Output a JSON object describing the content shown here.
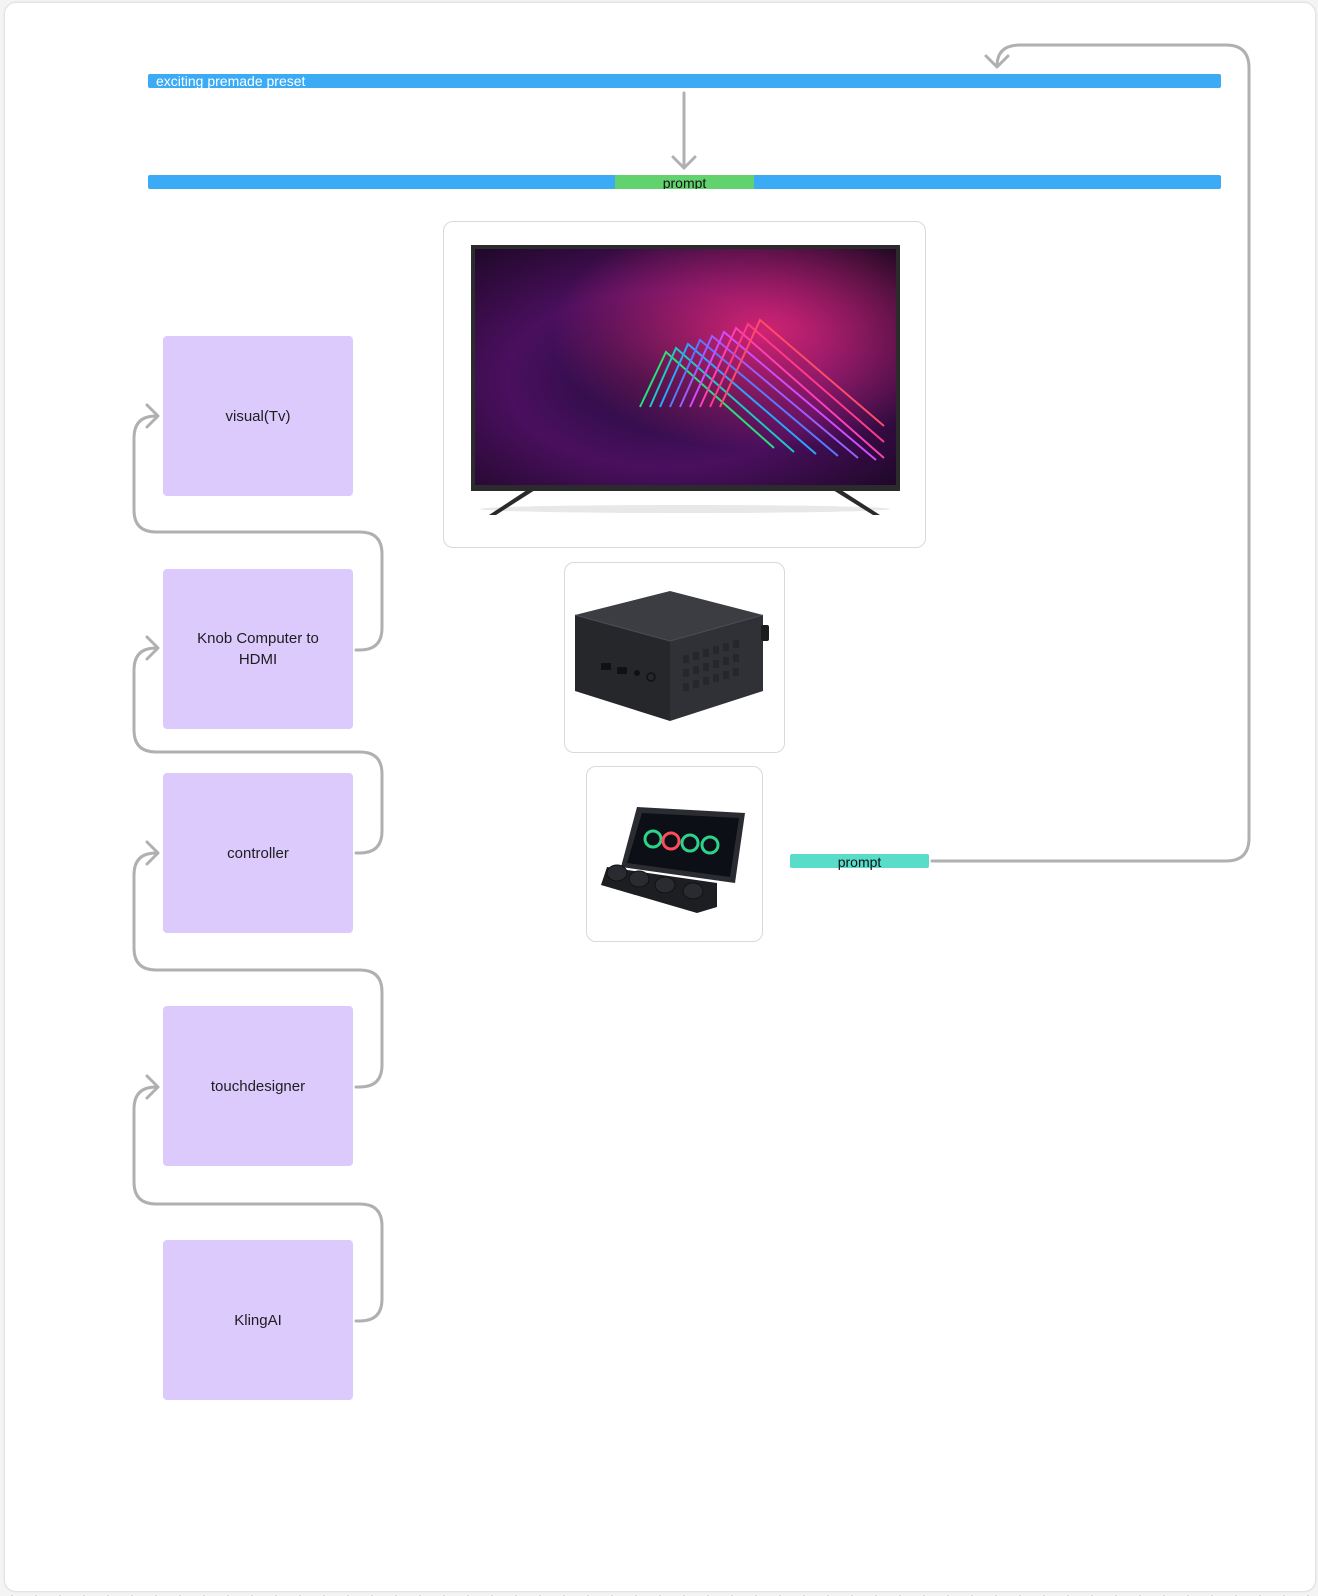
{
  "top_bar": {
    "label": "exciting premade preset"
  },
  "second_bar": {
    "label": "",
    "segment_label": "prompt"
  },
  "prompt_tag": {
    "label": "prompt"
  },
  "steps": [
    {
      "label": "visual(Tv)"
    },
    {
      "label": "Knob Computer to HDMI"
    },
    {
      "label": "controller"
    },
    {
      "label": "touchdesigner"
    },
    {
      "label": "KlingAI"
    }
  ],
  "images": {
    "tv": "tv-image",
    "mini_pc": "mini-pc-image",
    "controller": "controller-image"
  },
  "colors": {
    "bar_blue": "#3babf6",
    "segment_green": "#62d26f",
    "tag_teal": "#59dcca",
    "step_purple": "#dccafd",
    "connector_gray": "#b0b0b0"
  }
}
